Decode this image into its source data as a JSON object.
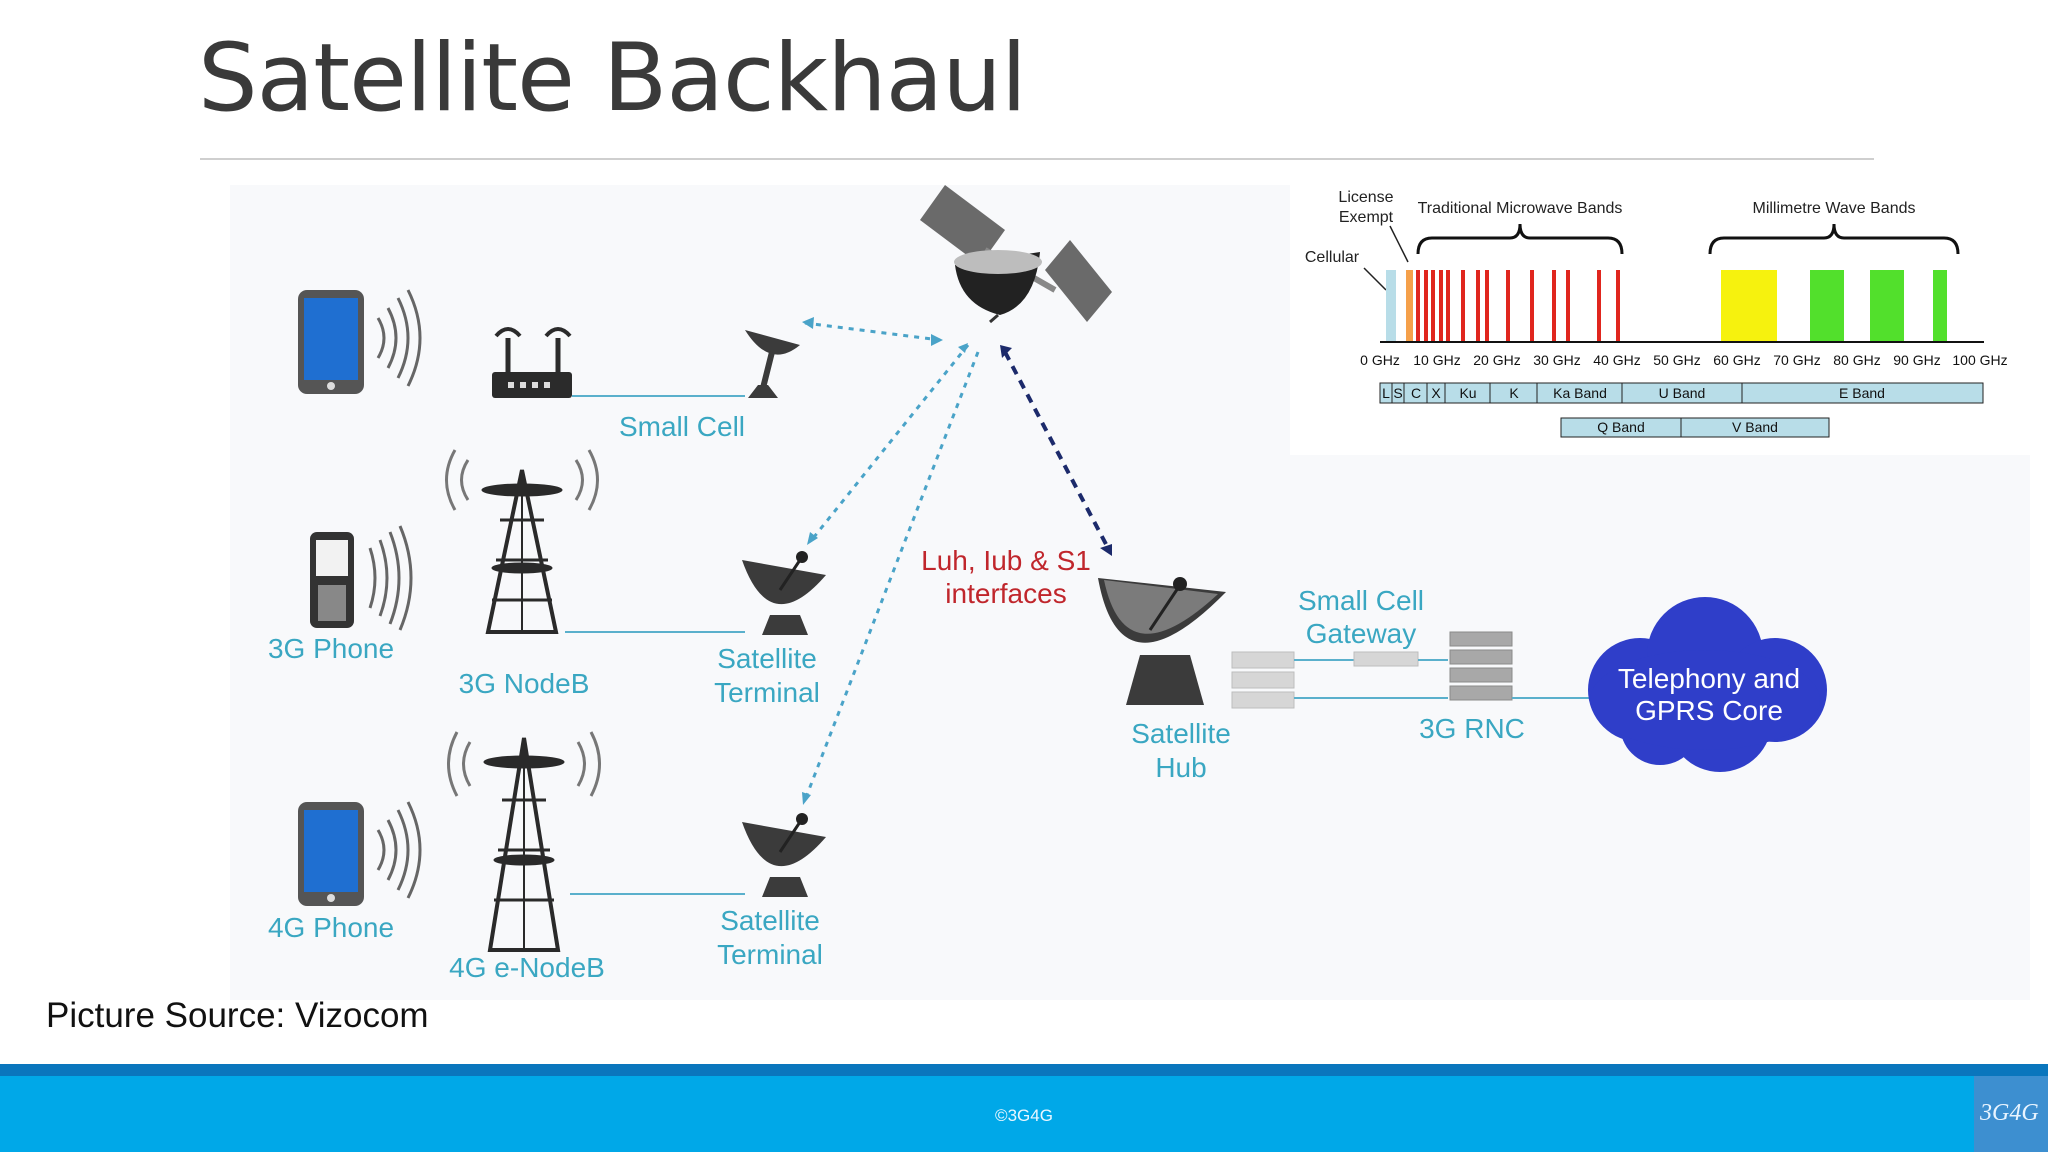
{
  "slide": {
    "title": "Satellite Backhaul",
    "source": "Picture Source: Vizocom",
    "footer": "©3G4G",
    "logo": "3G4G"
  },
  "diagram": {
    "labels": {
      "small_cell": "Small Cell",
      "phone_3g": "3G Phone",
      "nodeb_3g": "3G NodeB",
      "phone_4g": "4G Phone",
      "enodeb_4g": "4G e-NodeB",
      "terminal_line1": "Satellite",
      "terminal_line2": "Terminal",
      "interfaces_line1": "Luh, Iub & S1",
      "interfaces_line2": "interfaces",
      "hub_line1": "Satellite",
      "hub_line2": "Hub",
      "gateway_line1": "Small Cell",
      "gateway_line2": "Gateway",
      "rnc": "3G RNC",
      "core_line1": "Telephony and",
      "core_line2": "GPRS Core"
    },
    "spectrum": {
      "license_exempt": [
        "License",
        "Exempt"
      ],
      "cellular": "Cellular",
      "traditional": "Traditional Microwave Bands",
      "millimetre": "Millimetre Wave Bands",
      "ticks": [
        "0 GHz",
        "10 GHz",
        "20 GHz",
        "30 GHz",
        "40 GHz",
        "50 GHz",
        "60 GHz",
        "70 GHz",
        "80 GHz",
        "90 GHz",
        "100 GHz"
      ],
      "bands_row1": [
        "L",
        "S",
        "C",
        "X",
        "Ku",
        "K",
        "Ka Band",
        "U Band",
        "E Band"
      ],
      "bands_row2": [
        "Q Band",
        "V Band"
      ]
    },
    "colors": {
      "label_teal": "#3aa7c2",
      "interfaces_red": "#c0262c",
      "cloud_blue": "#2f3ec9",
      "link_dotted": "#4aa3c8",
      "backhaul_navy": "#1c2a6b"
    }
  }
}
